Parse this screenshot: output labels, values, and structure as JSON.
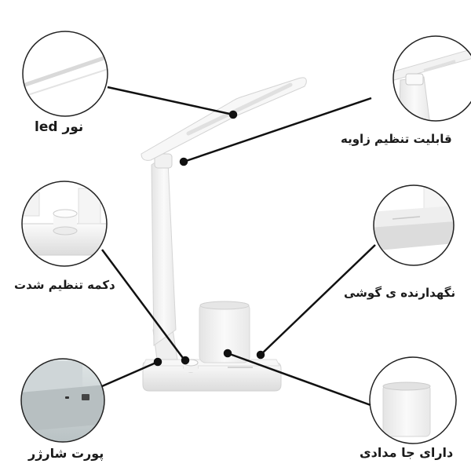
{
  "product": "LED desk lamp feature infographic",
  "colors": {
    "background": "#ffffff",
    "text": "#1a1a1a",
    "leader_line": "#111111",
    "lamp_body": "#f2f2f2",
    "lamp_shadow": "#d6d6d6"
  },
  "callouts": [
    {
      "id": "led-light",
      "label": "نور led",
      "position": "top-left"
    },
    {
      "id": "angle-adjust",
      "label": "قابلیت تنظیم زاویه",
      "position": "top-right"
    },
    {
      "id": "brightness-button",
      "label": "دکمه تنظیم شدت",
      "position": "middle-left"
    },
    {
      "id": "phone-holder",
      "label": "نگهدارنده ی گوشی",
      "position": "middle-right"
    },
    {
      "id": "charger-port",
      "label": "پورت شارژر",
      "position": "bottom-left"
    },
    {
      "id": "pen-holder",
      "label": "دارای جا مدادی",
      "position": "bottom-right"
    }
  ]
}
